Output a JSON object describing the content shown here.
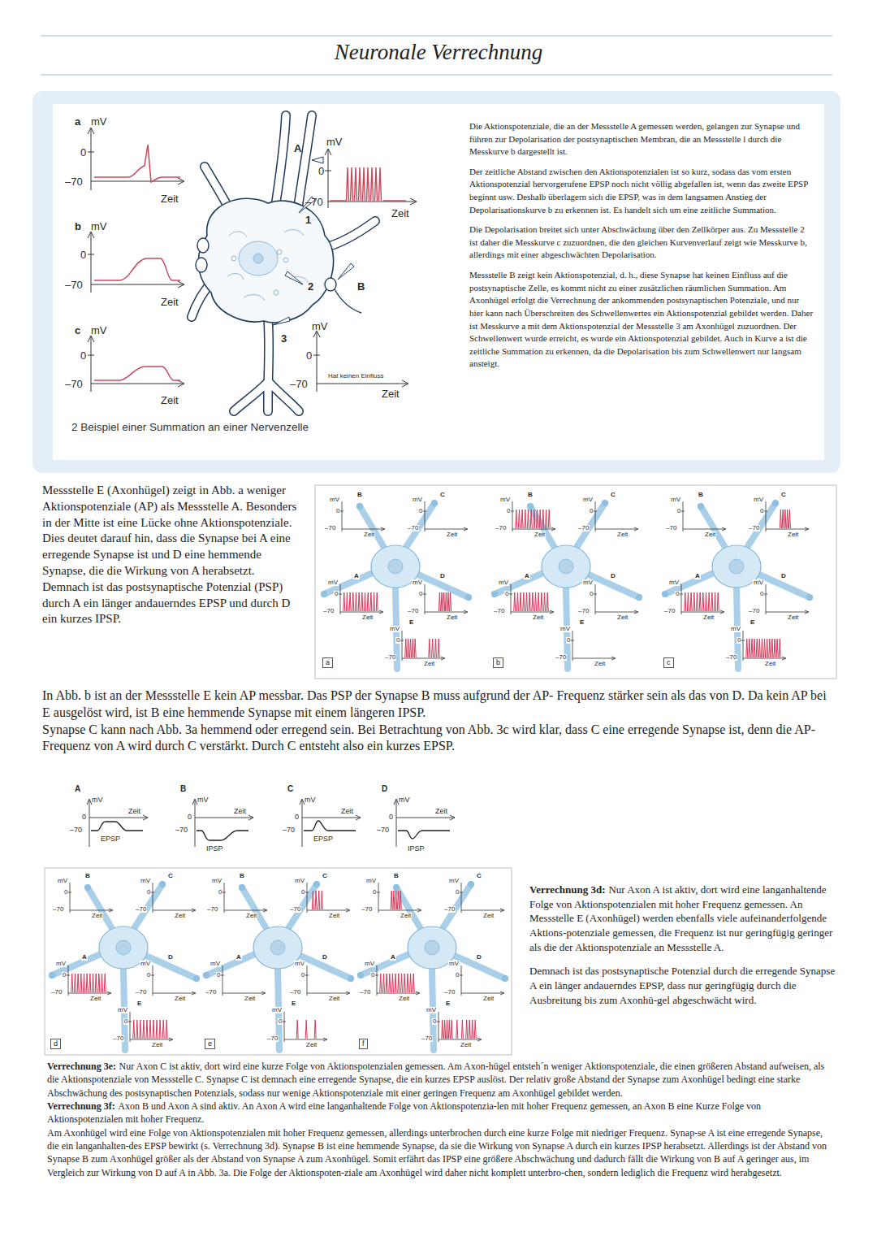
{
  "diagram": {
    "title": "Neuronale Verrechnung",
    "caption": "2 Beispiel einer Summation an einer Nervenzelle",
    "nodes": [
      {
        "text": [
          "Die Aktionspotenziale, die an der Messstelle A gemessen werden, gelangen zur Synapse und führen zur Depolarisation der postsynaptischen Membran, die an Messstelle l durch die Messkurve b dargestellt ist.",
          "Der zeitliche Abstand zwischen den Aktionspotenzialen ist so kurz, sodass das vom ersten Aktionspotenzial hervorgerufene EPSP noch nicht völlig abgefallen ist, wenn das zweite EPSP beginnt usw. Deshalb überlagern sich die EPSP, was in dem langsamen Anstieg der Depolarisationskurve b zu erkennen ist. Es handelt sich um eine zeitliche Summation.",
          "Die Depolarisation breitet sich unter Abschwächung über den Zellkörper aus. Zu Messstelle 2 ist daher die Messkurve c zuzuordnen, die den gleichen Kurvenverlauf zeigt wie Messkurve b, allerdings mit einer abgeschwächten Depolarisation.",
          "Messstelle B zeigt kein Aktionspotenzial, d. h., diese Synapse hat keinen Einfluss auf die postsynaptische Zelle, es kommt nicht zu einer zusätzlichen räumlichen Summation. Am Axonhügel erfolgt die Verrechnung der ankommenden postsynaptischen Potenziale, und nur hier kann nach Überschreiten des Schwellenwertes ein Aktionspotenzial gebildet werden. Daher ist Messkurve a mit dem Aktionspotenzial der Messstelle 3 am Axonhügel zuzuordnen. Der Schwellenwert wurde erreicht, es wurde ein Aktionspotenzial gebildet. Auch in Kurve a ist die zeitliche Summation zu erkennen, da die Depolarisation bis zum Schwellenwert nur langsam ansteigt."
        ]
      },
      {
        "text": [
          "a"
        ]
      },
      {
        "text": [
          "b"
        ]
      },
      {
        "text": [
          "c"
        ]
      },
      {
        "text": [
          "d"
        ]
      },
      {
        "text": [
          "e"
        ]
      },
      {
        "text": [
          "f"
        ]
      }
    ],
    "labels": [
      "a",
      "mV",
      "0",
      "–70",
      "Zeit",
      "b",
      "mV",
      "0",
      "–70",
      "Zeit",
      "c",
      "mV",
      "0",
      "–70",
      "Zeit",
      "A",
      "mV",
      "0",
      "–70",
      "Zeit",
      "1",
      "2",
      "B",
      "3",
      "mV",
      "0",
      "–70",
      "Hat keinen Einfluss",
      "Zeit",
      "Messstelle E (Axonhügel) zeigt in Abb. a weniger Aktionspotenziale (AP) als Messstelle A. Besonders in der Mitte ist eine Lücke ohne Aktionspotenziale. Dies deutet darauf hin, dass die Synapse bei A eine erregende Synapse ist und D eine hemmende Synapse, die die Wirkung von A herabsetzt. Demnach ist das postsynaptische Potenzial (PSP) durch A ein länger andauerndes EPSP und durch D ein kurzes IPSP.",
      "B",
      "mV",
      "0",
      "–70",
      "Zeit",
      "C",
      "mV",
      "0",
      "–70",
      "Zeit",
      "A",
      "mV",
      "0",
      "–70",
      "Zeit",
      "D",
      "mV",
      "0",
      "–70",
      "Zeit",
      "E",
      "mV",
      "0",
      "–70",
      "Zeit",
      "B",
      "mV",
      "0",
      "–70",
      "Zeit",
      "C",
      "mV",
      "0",
      "–70",
      "Zeit",
      "A",
      "mV",
      "0",
      "–70",
      "Zeit",
      "D",
      "mV",
      "0",
      "–70",
      "Zeit",
      "E",
      "mV",
      "0",
      "–70",
      "Zeit",
      "B",
      "mV",
      "0",
      "–70",
      "Zeit",
      "C",
      "mV",
      "0",
      "–70",
      "Zeit",
      "A",
      "mV",
      "0",
      "–70",
      "Zeit",
      "D",
      "mV",
      "0",
      "–70",
      "Zeit",
      "E",
      "mV",
      "0",
      "–70",
      "Zeit",
      "In Abb. b ist an der Messstelle E kein AP messbar. Das PSP der Synapse B muss aufgrund der AP- Frequenz stärker sein als das von D. Da kein AP bei E ausgelöst wird, ist B eine hemmende Synapse mit einem längeren IPSP.",
      "Synapse C kann nach Abb. 3a hemmend oder erregend sein. Bei Betrachtung von Abb. 3c wird klar, dass C eine erregende Synapse ist, denn die AP-Frequenz von A wird durch C verstärkt. Durch C entsteht also ein kurzes EPSP.",
      "A",
      "mV",
      "0",
      "–70",
      "Zeit",
      "EPSP",
      "B",
      "mV",
      "0",
      "–70",
      "Zeit",
      "IPSP",
      "C",
      "mV",
      "0",
      "–70",
      "Zeit",
      "EPSP",
      "D",
      "mV",
      "0",
      "–70",
      "Zeit",
      "IPSP",
      "B",
      "mV",
      "0",
      "–70",
      "Zeit",
      "C",
      "mV",
      "0",
      "–70",
      "Zeit",
      "A",
      "mV",
      "0",
      "–70",
      "Zeit",
      "D",
      "mV",
      "0",
      "–70",
      "Zeit",
      "E",
      "mV",
      "0",
      "–70",
      "Zeit",
      "B",
      "mV",
      "0",
      "–70",
      "Zeit",
      "C",
      "mV",
      "0",
      "–70",
      "Zeit",
      "A",
      "mV",
      "0",
      "–70",
      "Zeit",
      "D",
      "mV",
      "0",
      "–70",
      "Zeit",
      "E",
      "mV",
      "0",
      "–70",
      "Zeit",
      "B",
      "mV",
      "0",
      "–70",
      "Zeit",
      "C",
      "mV",
      "0",
      "–70",
      "Zeit",
      "A",
      "mV",
      "0",
      "–70",
      "Zeit",
      "D",
      "mV",
      "0",
      "–70",
      "Zeit",
      "E",
      "mV",
      "0",
      "–70",
      "Zeit",
      "Verrechnung 3d:",
      "Nur Axon A ist aktiv, dort wird eine langanhaltende Folge von Aktionspotenzialen mit hoher Frequenz gemessen. An Messstelle E (Axonhügel) werden ebenfalls viele aufeinanderfolgende Aktions-potenziale gemessen, die Frequenz ist nur geringfügig geringer als die der Aktionspotenziale an Messstelle A.",
      "Demnach ist das postsynaptische Potenzial durch die erregende Synapse A ein länger andauerndes EPSP, dass nur geringfügig durch die Ausbreitung bis zum Axonhü-gel abgeschwächt wird.",
      "Verrechnung 3e:",
      "Nur Axon C ist aktiv, dort wird eine kurze Folge von Aktionspotenzialen gemessen. Am Axon-hügel entsteh´n weniger Aktionspotenziale, die einen größeren Abstand aufweisen, als die Aktionspotenziale von Messstelle C. Synapse C ist demnach eine erregende Synapse, die ein kurzes EPSP auslöst. Der relativ große Abstand der Synapse zum Axonhügel bedingt eine starke Abschwächung des postsynaptischen Potenzials, sodass nur wenige Aktionspotenziale mit einer geringen Frequenz am Axonhügel gebildet werden.",
      "Verrechnung 3f:",
      "Axon B und Axon A sind aktiv. An Axon A wird eine langanhaltende Folge von Aktionspotenzia-len mit hoher Frequenz gemessen, an Axon B eine Kurze Folge von Aktionspotenzialen mit hoher Frequenz.",
      "Am Axonhügel wird eine Folge von Aktionspotenzialen mit hoher Frequenz gemessen, allerdings unterbrochen durch eine kurze Folge mit niedriger Frequenz. Synap-se A ist eine erregende Synapse, die ein langanhalten-des EPSP bewirkt (s. Verrechnung 3d). Synapse B ist eine hemmende Synapse, da sie die Wirkung von Synapse A durch ein kurzes IPSP herabsetzt. Allerdings ist der Abstand von Synapse B zum Axonhügel größer als der Abstand von Synapse A zum Axonhügel. Somit erfährt das IPSP eine größere Abschwächung und dadurch fällt die Wirkung von B auf A geringer aus, im Vergleich zur Wirkung von D auf A in Abb. 3a. Die Folge der Aktionspoten-ziale am Axonhügel wird daher nicht komplett unterbro-chen, sondern lediglich die Frequenz wird herabgesetzt."
    ]
  }
}
